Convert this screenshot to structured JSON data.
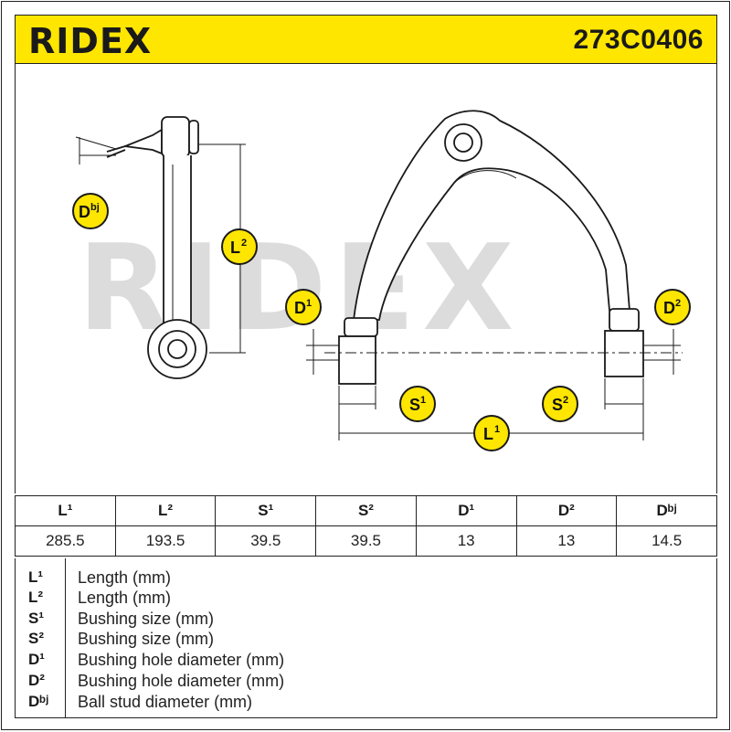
{
  "header": {
    "brand": "RIDEX",
    "part_number": "273C0406"
  },
  "colors": {
    "accent_yellow": "#ffe600",
    "ink": "#1a1a1a",
    "watermark": "#dcdcdc"
  },
  "drawing": {
    "watermark": "RIDEX",
    "labels": {
      "dbj": "D",
      "dbj_sup": "bj",
      "l2": "L",
      "l2_sup": "2",
      "d1": "D",
      "d1_sup": "1",
      "d2": "D",
      "d2_sup": "2",
      "s1": "S",
      "s1_sup": "1",
      "s2": "S",
      "s2_sup": "2",
      "l1": "L",
      "l1_sup": "1"
    }
  },
  "spec_table": {
    "headers": [
      "L¹",
      "L²",
      "S¹",
      "S²",
      "D¹",
      "D²",
      "Dᵇʲ"
    ],
    "values": [
      "285.5",
      "193.5",
      "39.5",
      "39.5",
      "13",
      "13",
      "14.5"
    ]
  },
  "legend": [
    {
      "symbol": "L¹",
      "description": "Length (mm)"
    },
    {
      "symbol": "L²",
      "description": "Length (mm)"
    },
    {
      "symbol": "S¹",
      "description": "Bushing size (mm)"
    },
    {
      "symbol": "S²",
      "description": "Bushing size (mm)"
    },
    {
      "symbol": "D¹",
      "description": "Bushing hole diameter (mm)"
    },
    {
      "symbol": "D²",
      "description": "Bushing hole diameter (mm)"
    },
    {
      "symbol": "Dᵇʲ",
      "description": "Ball stud diameter (mm)"
    }
  ]
}
